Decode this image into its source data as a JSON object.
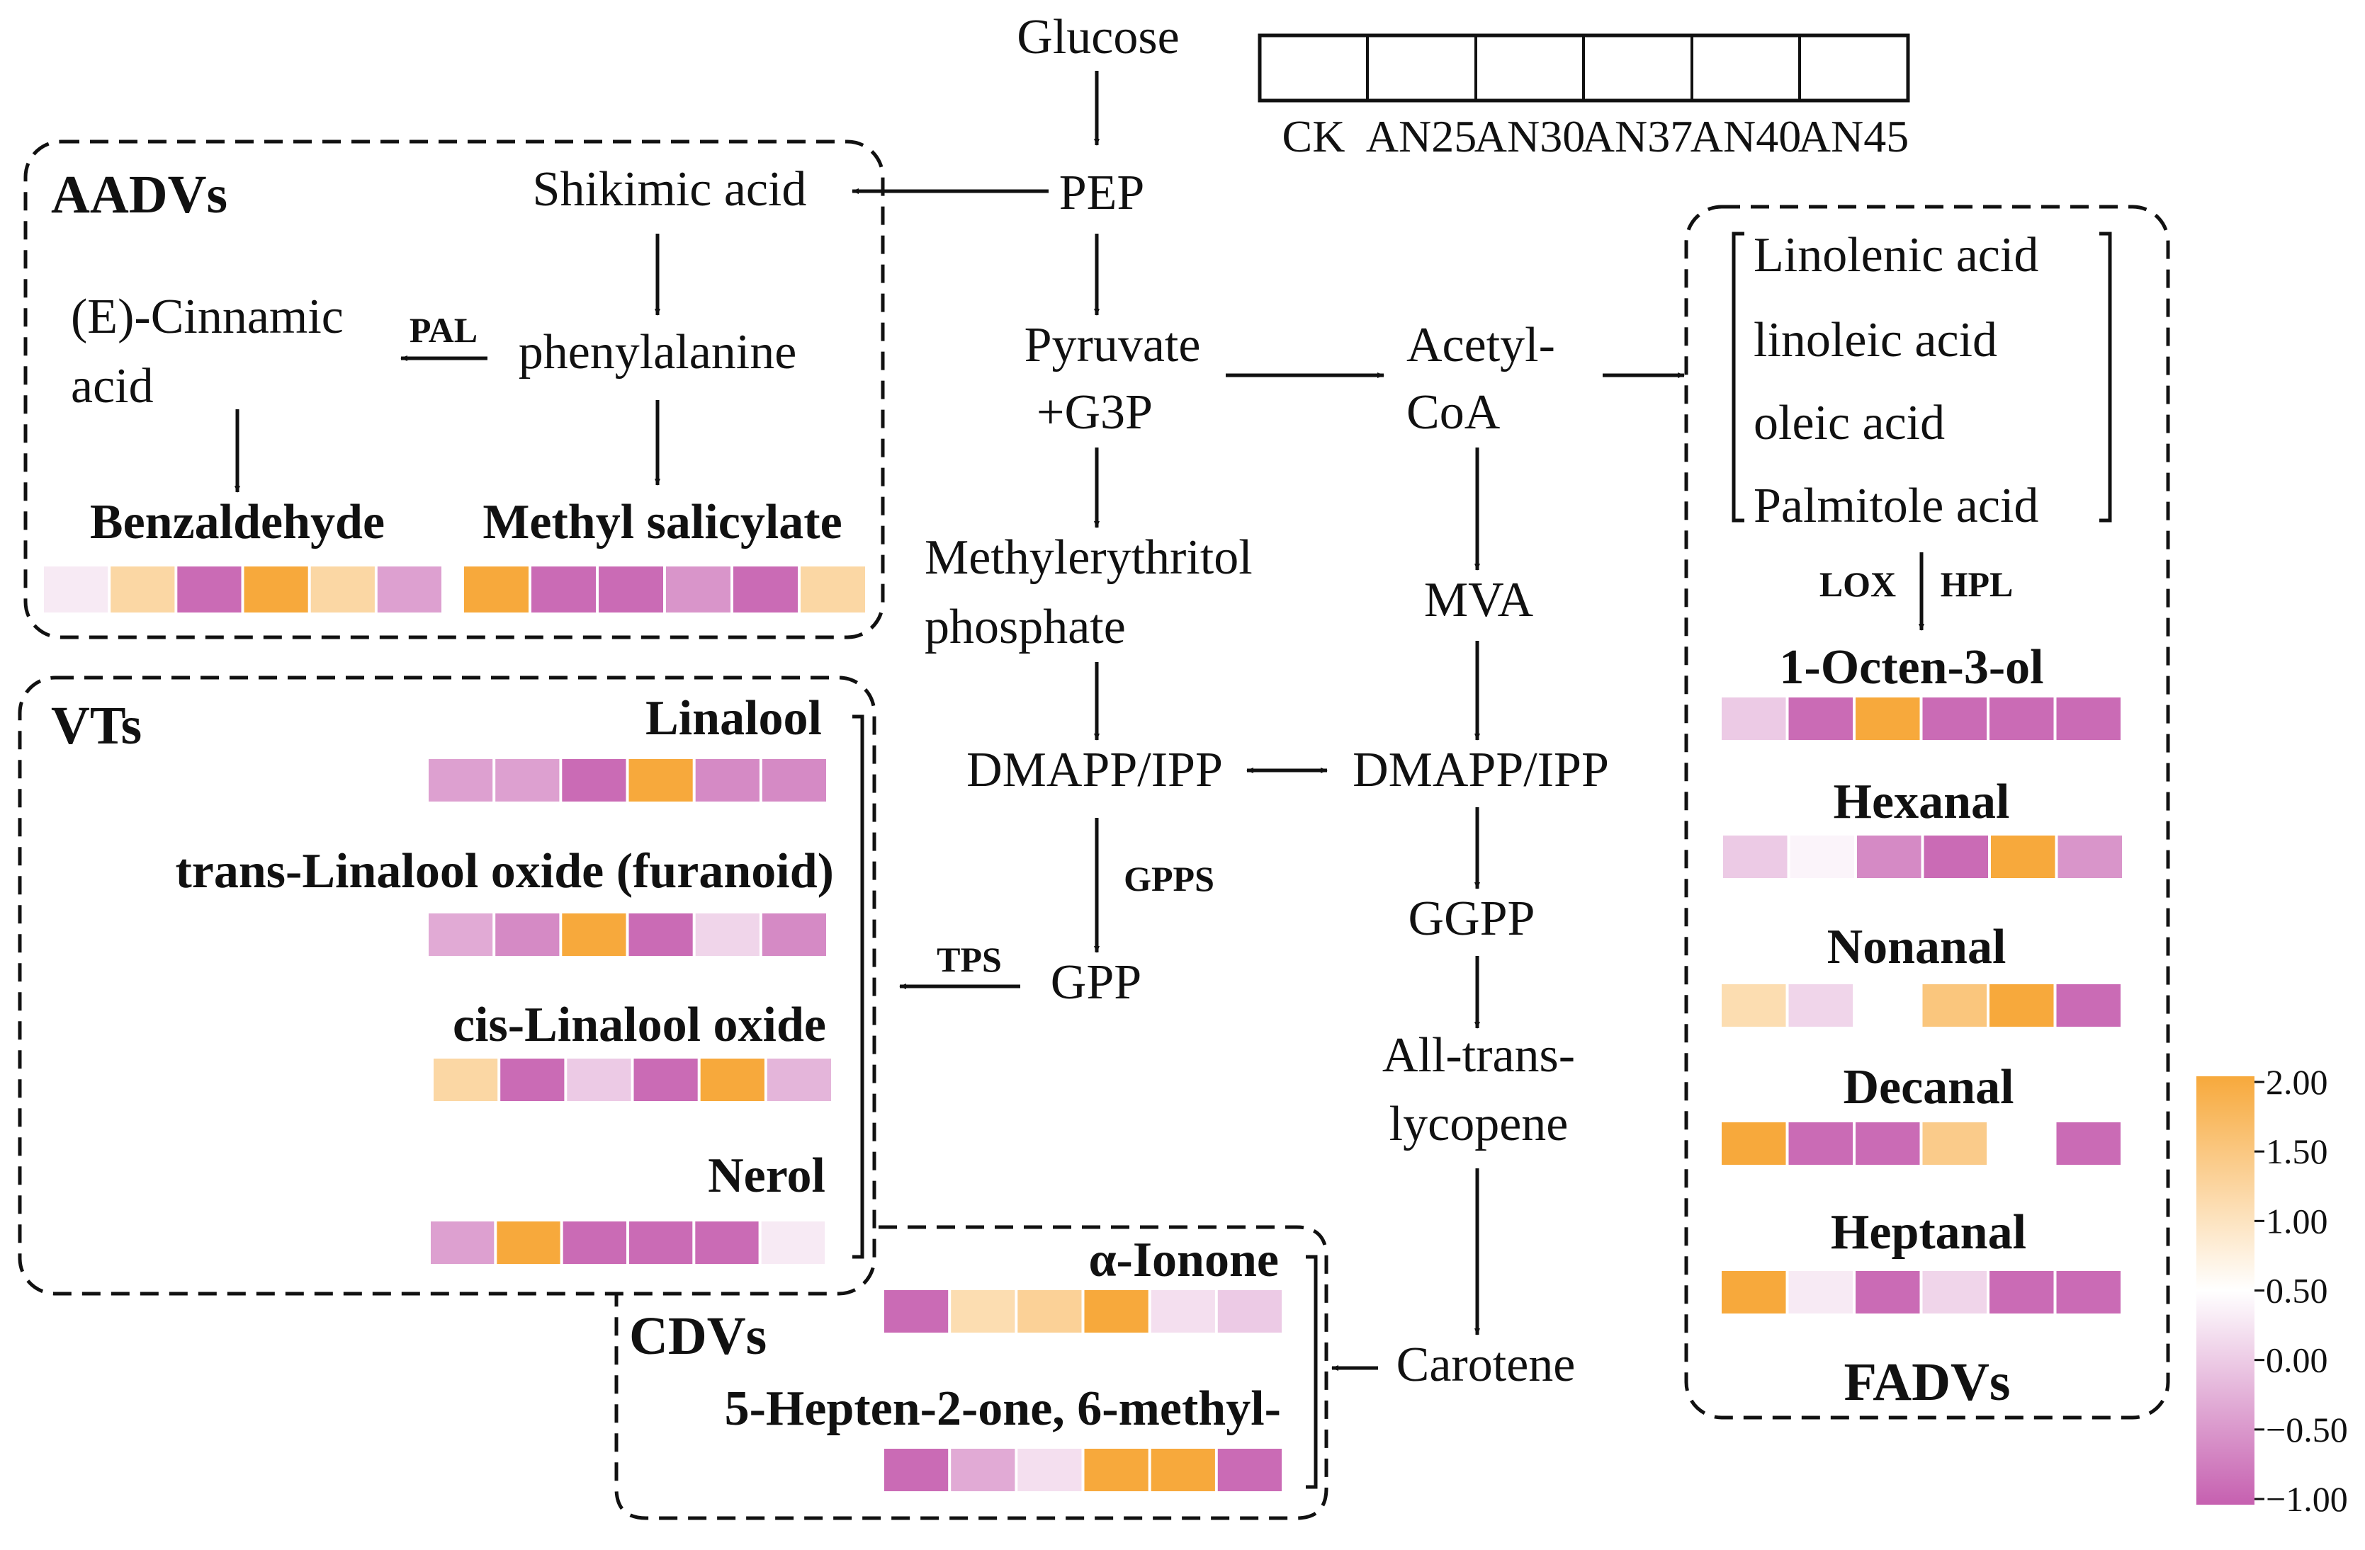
{
  "columns": [
    "CK",
    "AN25",
    "AN30",
    "AN37",
    "AN40",
    "AN45"
  ],
  "groups": {
    "aadv": "AADVs",
    "vt": "VTs",
    "cdv": "CDVs",
    "fadv": "FADVs"
  },
  "pathway": {
    "glucose": "Glucose",
    "pep": "PEP",
    "shikimic": "Shikimic acid",
    "phenylalanine": "phenylalanine",
    "cinnamic_1": "(E)-Cinnamic",
    "cinnamic_2": "acid",
    "pyruvate_1": "Pyruvate",
    "pyruvate_2": "+G3P",
    "acetyl_1": "Acetyl-",
    "acetyl_2": "CoA",
    "mep_1": "Methylerythritol",
    "mep_2": "phosphate",
    "mva": "MVA",
    "dmapp_left": "DMAPP/IPP",
    "dmapp_right": "DMAPP/IPP",
    "gpp": "GPP",
    "ggpp": "GGPP",
    "lycopene_1": "All-trans-",
    "lycopene_2": "lycopene",
    "carotene": "Carotene",
    "linolenic": "Linolenic acid",
    "linoleic": "linoleic acid",
    "oleic": "oleic acid",
    "palmitole": "Palmitole acid"
  },
  "enzymes": {
    "pal": "PAL",
    "gpps": "GPPS",
    "tps": "TPS",
    "lox": "LOX",
    "hpl": "HPL"
  },
  "colorbar": {
    "ticks": [
      "2.00",
      "1.50",
      "1.00",
      "0.50",
      "0.00",
      "−0.50",
      "−1.00"
    ],
    "min": -1.0,
    "max": 2.0,
    "colors": {
      "low": "#c660b0",
      "mid": "#ffffff",
      "high": "#f7a93c"
    }
  },
  "compounds": [
    {
      "id": "benzaldehyde",
      "label": "Benzaldehyde",
      "values": [
        0.3,
        1.2,
        -0.9,
        2.0,
        1.2,
        -0.4
      ]
    },
    {
      "id": "methyl_salicylate",
      "label": "Methyl salicylate",
      "values": [
        2.0,
        -0.9,
        -0.9,
        -0.5,
        -0.9,
        1.2
      ]
    },
    {
      "id": "linalool",
      "label": "Linalool",
      "values": [
        -0.4,
        -0.4,
        -0.9,
        2.0,
        -0.6,
        -0.6
      ]
    },
    {
      "id": "trans_linalool_oxide",
      "label": "trans-Linalool oxide (furanoid)",
      "values": [
        -0.3,
        -0.6,
        2.0,
        -0.9,
        0.1,
        -0.6
      ]
    },
    {
      "id": "cis_linalool_oxide",
      "label": "cis-Linalool oxide",
      "values": [
        1.2,
        -0.9,
        0.0,
        -0.9,
        2.0,
        -0.2
      ]
    },
    {
      "id": "nerol",
      "label": "Nerol",
      "values": [
        -0.4,
        2.0,
        -0.9,
        -0.9,
        -0.9,
        0.3
      ]
    },
    {
      "id": "alpha_ionone",
      "label": "α-Ionone",
      "values": [
        -0.9,
        1.1,
        1.3,
        2.0,
        0.2,
        0.0
      ]
    },
    {
      "id": "hepten",
      "label": "5-Hepten-2-one, 6-methyl-",
      "values": [
        -0.9,
        -0.3,
        0.2,
        2.0,
        2.0,
        -0.9
      ]
    },
    {
      "id": "octenol",
      "label": "1-Octen-3-ol",
      "values": [
        0.0,
        -0.9,
        2.0,
        -0.9,
        -0.9,
        -0.9
      ]
    },
    {
      "id": "hexanal",
      "label": "Hexanal",
      "values": [
        0.0,
        0.4,
        -0.6,
        -0.9,
        2.0,
        -0.5
      ]
    },
    {
      "id": "nonanal",
      "label": "Nonanal",
      "values": [
        1.1,
        0.1,
        0.5,
        1.5,
        2.0,
        -0.9
      ]
    },
    {
      "id": "decanal",
      "label": "Decanal",
      "values": [
        2.0,
        -0.9,
        -0.9,
        1.4,
        0.5,
        -0.9
      ]
    },
    {
      "id": "heptanal",
      "label": "Heptanal",
      "values": [
        2.0,
        0.3,
        -0.9,
        0.1,
        -0.9,
        -0.9
      ]
    }
  ]
}
